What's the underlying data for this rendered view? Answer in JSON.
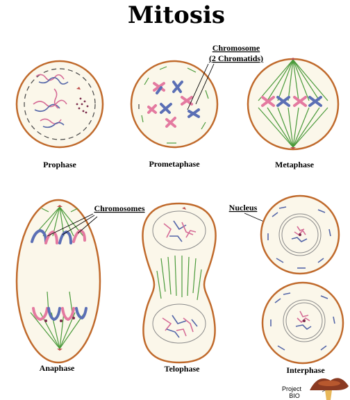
{
  "title": "Mitosis",
  "phases": {
    "prophase": "Prophase",
    "prometaphase": "Prometaphase",
    "metaphase": "Metaphase",
    "anaphase": "Anaphase",
    "telophase": "Telophase",
    "interphase": "Interphase"
  },
  "callouts": {
    "chromosome_line1": "Chromosome",
    "chromosome_line2": "(2 Chromatids)",
    "chromosomes": "Chromosomes",
    "nucleus": "Nucleus"
  },
  "logo": {
    "line1": "Project",
    "line2": "BIO",
    "icon": "mushroom-icon"
  },
  "colors": {
    "cell_membrane": "#c06a2c",
    "cytoplasm": "#fbf7ea",
    "spindle": "#4a9a3a",
    "chromatid_pink": "#e47aa0",
    "chromatid_blue": "#5b6fb5"
  }
}
